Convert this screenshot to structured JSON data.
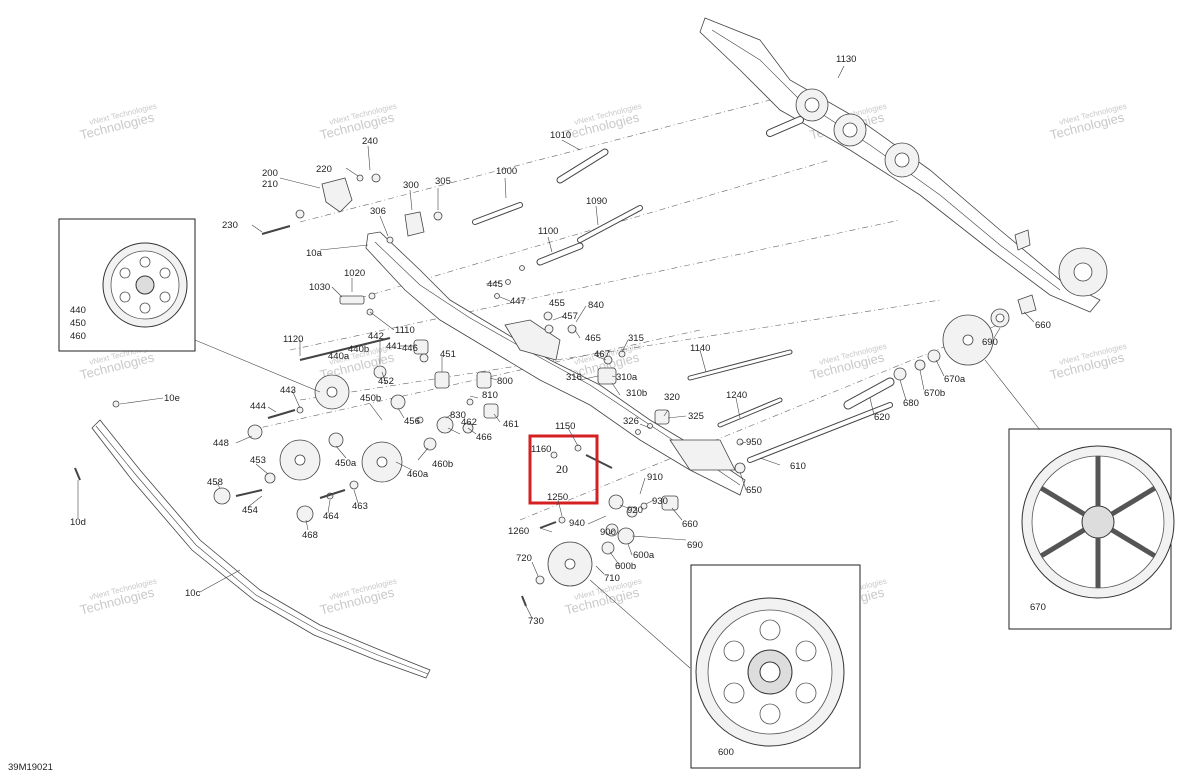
{
  "diagram": {
    "code": "39M19021",
    "highlight_label": "20",
    "watermarks": [
      {
        "line1": "vNext Technologies",
        "line2": "Technologies"
      }
    ],
    "labels": {
      "l1130": "1130",
      "l1010": "1010",
      "l240": "240",
      "l220": "220",
      "l200": "200",
      "l210": "210",
      "l1000": "1000",
      "l300": "300",
      "l305": "305",
      "l230": "230",
      "l306": "306",
      "l1090": "1090",
      "l10a": "10a",
      "l1100": "1100",
      "l1020": "1020",
      "l1030": "1030",
      "l445": "445",
      "l447": "447",
      "l455": "455",
      "l840": "840",
      "l457": "457",
      "l465": "465",
      "l315": "315",
      "l1120": "1120",
      "l1110": "1110",
      "l442": "442",
      "l441": "441",
      "l440a": "440a",
      "l440b": "440b",
      "l446": "446",
      "l451": "451",
      "l467": "467",
      "l1140": "1140",
      "l660a": "660",
      "l690a": "690",
      "l670a": "670a",
      "l670b": "670b",
      "l680": "680",
      "l620": "620",
      "l443": "443",
      "l452": "452",
      "l800": "800",
      "l316": "316",
      "l310a": "310a",
      "l310b": "310b",
      "l1240": "1240",
      "l444": "444",
      "l450b": "450b",
      "l456": "456",
      "l810": "810",
      "l10e": "10e",
      "l830": "830",
      "l461": "461",
      "l320": "320",
      "l325": "325",
      "l326": "326",
      "l462": "462",
      "l466": "466",
      "l1150": "1150",
      "l448": "448",
      "l453": "453",
      "l450a": "450a",
      "l460b": "460b",
      "l460a": "460a",
      "l1160": "1160",
      "l950": "950",
      "l610": "610",
      "l910": "910",
      "l650": "650",
      "l458": "458",
      "l454": "454",
      "l464": "464",
      "l463": "463",
      "l920": "920",
      "l930": "930",
      "l1250": "1250",
      "l10d": "10d",
      "l468": "468",
      "l940": "940",
      "l660b": "660",
      "l1260": "1260",
      "l900": "900",
      "l690b": "690",
      "l600a": "600a",
      "l600b": "600b",
      "l720": "720",
      "l710": "710",
      "l10c": "10c",
      "l730": "730",
      "l440": "440",
      "l450": "450",
      "l460": "460",
      "l670": "670",
      "l600": "600"
    }
  }
}
